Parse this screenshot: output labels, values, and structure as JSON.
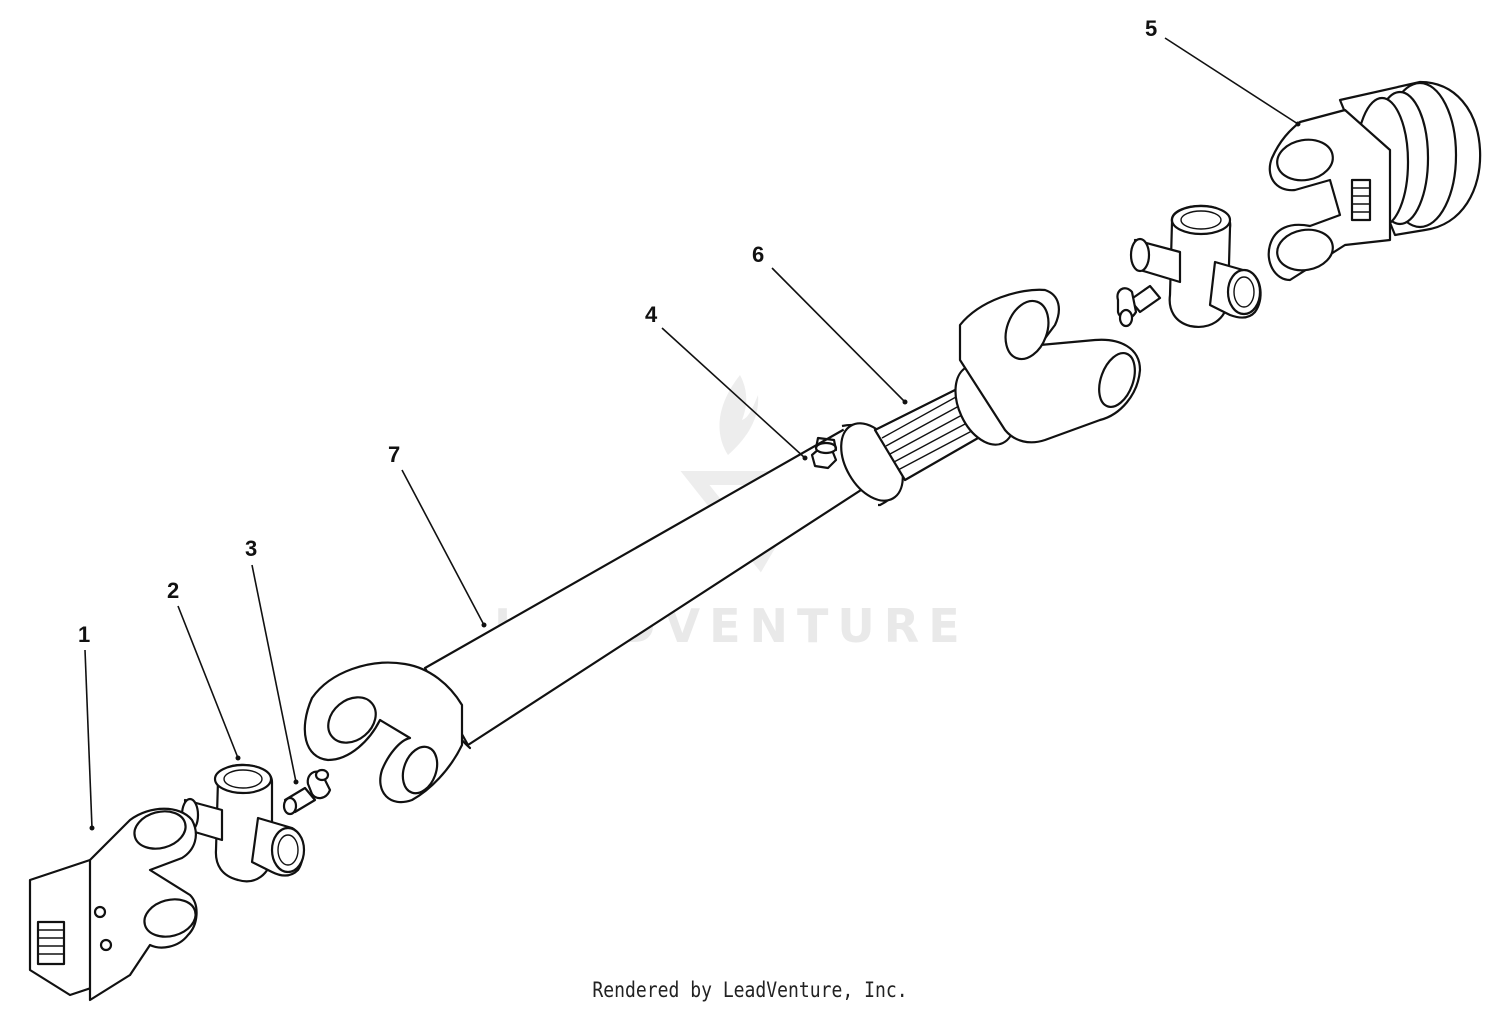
{
  "diagram": {
    "callouts": [
      {
        "id": 1,
        "label": "1"
      },
      {
        "id": 2,
        "label": "2"
      },
      {
        "id": 3,
        "label": "3"
      },
      {
        "id": 4,
        "label": "4"
      },
      {
        "id": 5,
        "label": "5"
      },
      {
        "id": 6,
        "label": "6"
      },
      {
        "id": 7,
        "label": "7"
      }
    ],
    "watermark": "LEADVENTURE",
    "footer": "Rendered by LeadVenture, Inc."
  },
  "colors": {
    "line": "#111111",
    "background": "#ffffff",
    "watermark": "#e9e9e9"
  }
}
